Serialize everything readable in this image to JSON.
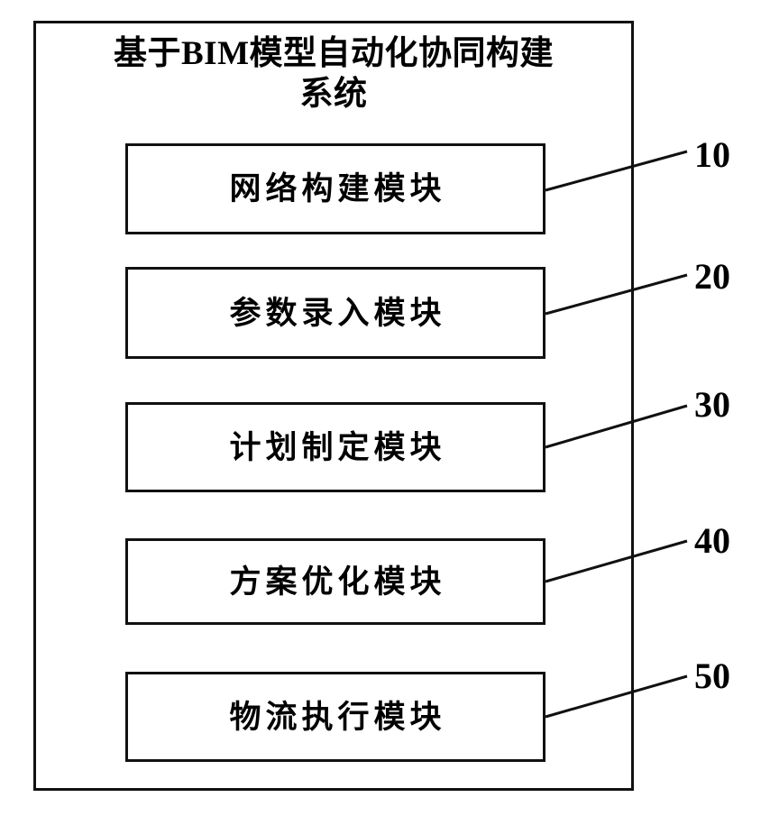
{
  "figure": {
    "kind": "patent-block-diagram",
    "background_color": "#ffffff",
    "line_color": "#111111",
    "title": "基于BIM模型自动化协同构建系统",
    "modules": [
      {
        "label": "网络构建模块",
        "ref": "10"
      },
      {
        "label": "参数录入模块",
        "ref": "20"
      },
      {
        "label": "计划制定模块",
        "ref": "30"
      },
      {
        "label": "方案优化模块",
        "ref": "40"
      },
      {
        "label": "物流执行模块",
        "ref": "50"
      }
    ]
  }
}
